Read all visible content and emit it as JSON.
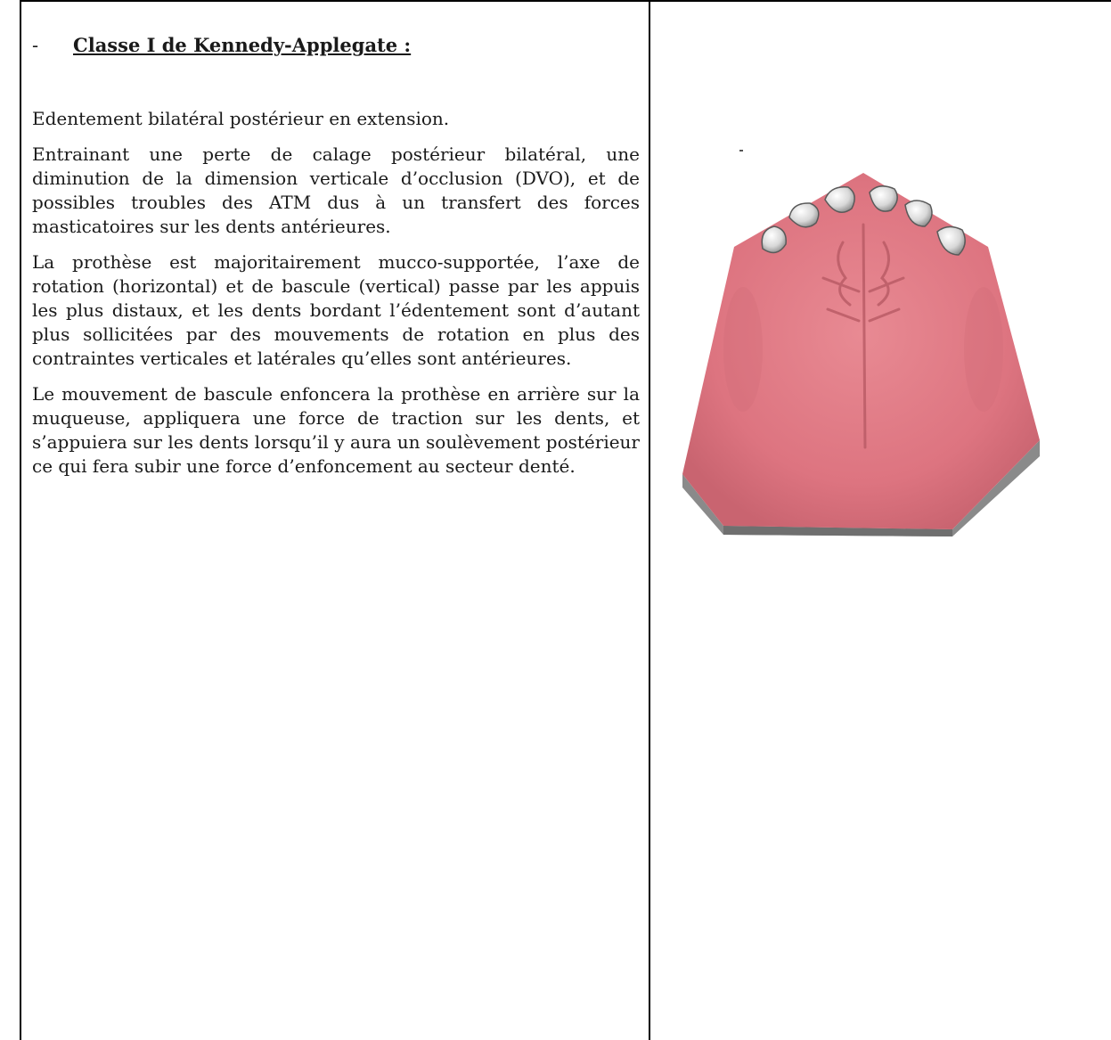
{
  "section": {
    "bullet": "-",
    "heading": "Classe I de Kennedy-Applegate :"
  },
  "paragraphs": [
    "Edentement bilatéral postérieur en extension.",
    "Entrainant une perte de calage postérieur bilatéral, une diminution de la dimension verticale d’occlusion (DVO), et de possibles troubles des ATM dus à un transfert des forces masticatoires sur les dents antérieures.",
    "La prothèse est majoritairement mucco-supportée,  l’axe de rotation (horizontal) et de bascule (vertical) passe par les appuis les plus distaux, et les dents bordant l’édentement sont d’autant plus sollicitées par des mouvements de rotation en plus des contraintes verticales et latérales qu’elles sont antérieures.",
    "Le mouvement de bascule enfoncera la prothèse en arrière sur la muqueuse, appliquera une force de traction sur les dents, et s’appuiera sur les dents lorsqu’il y aura un soulèvement postérieur ce qui fera subir une force d’enfoncement au secteur denté."
  ],
  "colors": {
    "gum": "#e07a84",
    "gum_shadow": "#b85a64",
    "base": "#8a8a8a",
    "tooth": "#e8e8e8"
  }
}
